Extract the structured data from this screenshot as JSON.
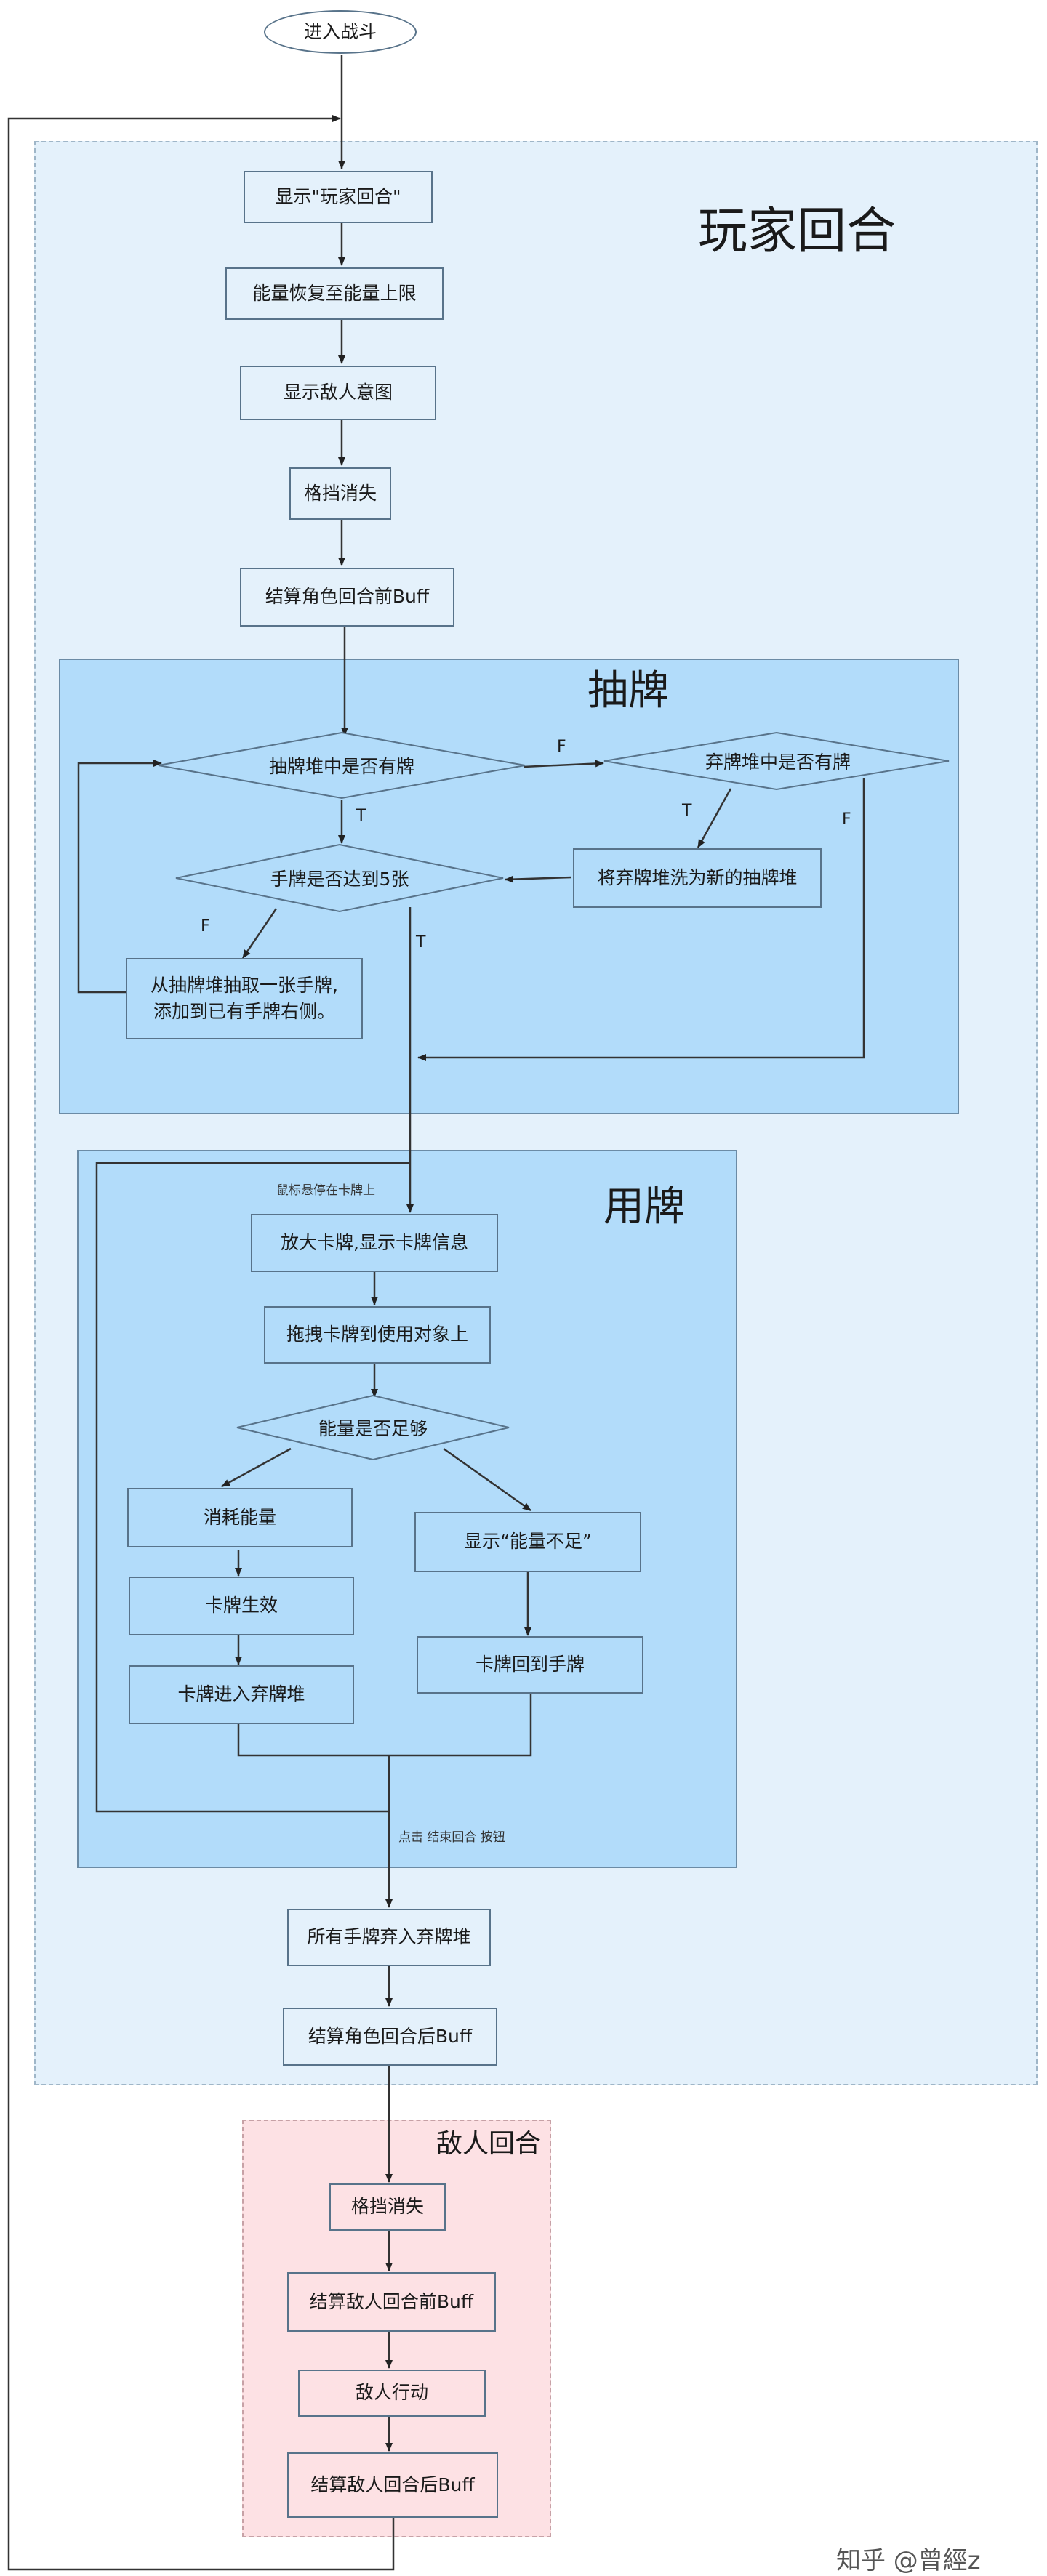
{
  "start": "进入战斗",
  "player_turn": {
    "title": "玩家回合",
    "steps": [
      "显示\"玩家回合\"",
      "能量恢复至能量上限",
      "显示敌人意图",
      "格挡消失",
      "结算角色回合前Buff"
    ],
    "end_steps": [
      "所有手牌弃入弃牌堆",
      "结算角色回合后Buff"
    ]
  },
  "draw": {
    "title": "抽牌",
    "decision_draw_pile": "抽牌堆中是否有牌",
    "decision_discard_pile": "弃牌堆中是否有牌",
    "shuffle": "将弃牌堆洗为新的抽牌堆",
    "decision_hand": "手牌是否达到5张",
    "draw_card_line1": "从抽牌堆抽取一张手牌,",
    "draw_card_line2": "添加到已有手牌右侧。",
    "label_F": "F",
    "label_T": "T"
  },
  "play": {
    "title": "用牌",
    "hover_note": "鼠标悬停在卡牌上",
    "enlarge": "放大卡牌,显示卡牌信息",
    "drag": "拖拽卡牌到使用对象上",
    "decision_energy": "能量是否足够",
    "consume": "消耗能量",
    "card_effect": "卡牌生效",
    "card_discard": "卡牌进入弃牌堆",
    "show_insufficient": "显示“能量不足”",
    "card_return": "卡牌回到手牌",
    "end_turn_note": "点击 结束回合 按钮"
  },
  "enemy_turn": {
    "title": "敌人回合",
    "steps": [
      "格挡消失",
      "结算敌人回合前Buff",
      "敌人行动",
      "结算敌人回合后Buff"
    ]
  },
  "watermark": "知乎 @曾經z",
  "colors": {
    "player_region": "#e4f1fb",
    "subregion": "#b2dcfa",
    "enemy_region": "#fde1e4",
    "border": "#58738a",
    "line": "#333333"
  }
}
